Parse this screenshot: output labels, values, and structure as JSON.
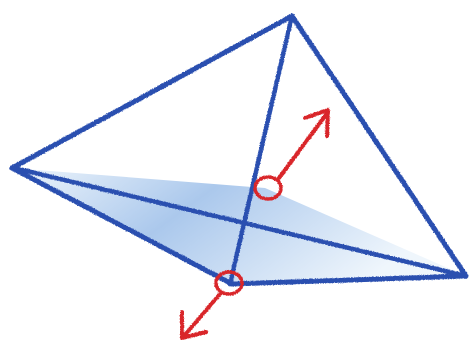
{
  "diagram": {
    "subject": "tetrahedron-edge-flip",
    "colors": {
      "paper": "#ffffff",
      "edge": "#2a4fb0",
      "edge_light": "#5a7fd0",
      "fill_shade": "#8fb6e6",
      "fill_light": "#eaf3fb",
      "marker": "#d9282c"
    },
    "elements": [
      {
        "name": "quadrilateral-face",
        "kind": "shaded-face"
      },
      {
        "name": "upper-apex-edges",
        "kind": "outline"
      },
      {
        "name": "diagonal-edge",
        "kind": "line"
      },
      {
        "name": "vertical-edge",
        "kind": "line"
      },
      {
        "name": "upper-intersection-circle",
        "kind": "marker"
      },
      {
        "name": "lower-intersection-circle",
        "kind": "marker"
      },
      {
        "name": "up-right-arrow",
        "kind": "arrow",
        "direction": "up-right"
      },
      {
        "name": "down-left-arrow",
        "kind": "arrow",
        "direction": "down-left"
      }
    ]
  }
}
